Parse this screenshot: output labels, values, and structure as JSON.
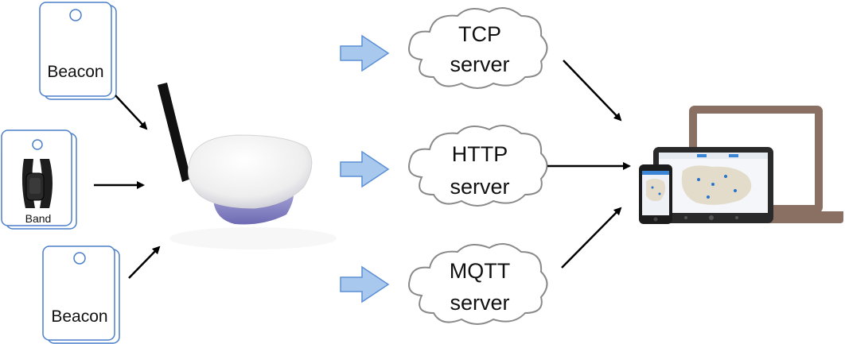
{
  "devices": {
    "beacon_top": {
      "label": "Beacon"
    },
    "band": {
      "label": "Band"
    },
    "beacon_bottom": {
      "label": "Beacon"
    }
  },
  "servers": [
    {
      "line1": "TCP",
      "line2": "server"
    },
    {
      "line1": "HTTP",
      "line2": "server"
    },
    {
      "line1": "MQTT",
      "line2": "server"
    }
  ],
  "colors": {
    "tag_outline": "#4a7fc9",
    "flow_arrow_fill": "#a9c8ee",
    "flow_arrow_stroke": "#5b8fd6",
    "cloud_fill": "#ffffff",
    "cloud_stroke": "#8a8a8a",
    "laptop_frame": "#8a6f63",
    "tablet_body": "#2a2a2a"
  },
  "icons": [
    "beacon-tag-icon",
    "band-icon",
    "gateway-icon",
    "cloud-icon",
    "laptop-icon",
    "tablet-icon",
    "phone-icon"
  ]
}
